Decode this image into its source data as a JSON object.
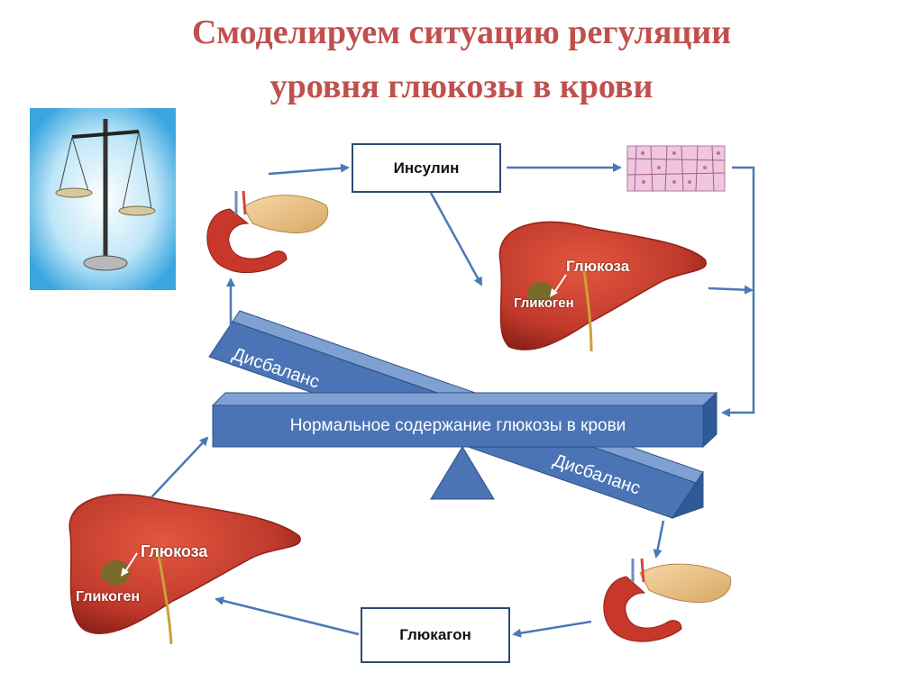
{
  "title": {
    "line1": "Смоделируем ситуацию регуляции",
    "line2": "уровня глюкозы в крови"
  },
  "boxes": {
    "insulin": "Инсулин",
    "glucagon": "Глюкагон"
  },
  "beam": {
    "center": "Нормальное содержание глюкозы в крови",
    "imbalance_top": "Дисбаланс",
    "imbalance_bottom": "Дисбаланс"
  },
  "liver_top": {
    "glucose": "Глюкоза",
    "glycogen": "Гликоген"
  },
  "liver_bottom": {
    "glucose": "Глюкоза",
    "glycogen": "Гликоген"
  },
  "colors": {
    "title": "#c0504d",
    "arrow": "#4a78b8",
    "beam": "#4a74b5",
    "liver": "#c0392b"
  }
}
